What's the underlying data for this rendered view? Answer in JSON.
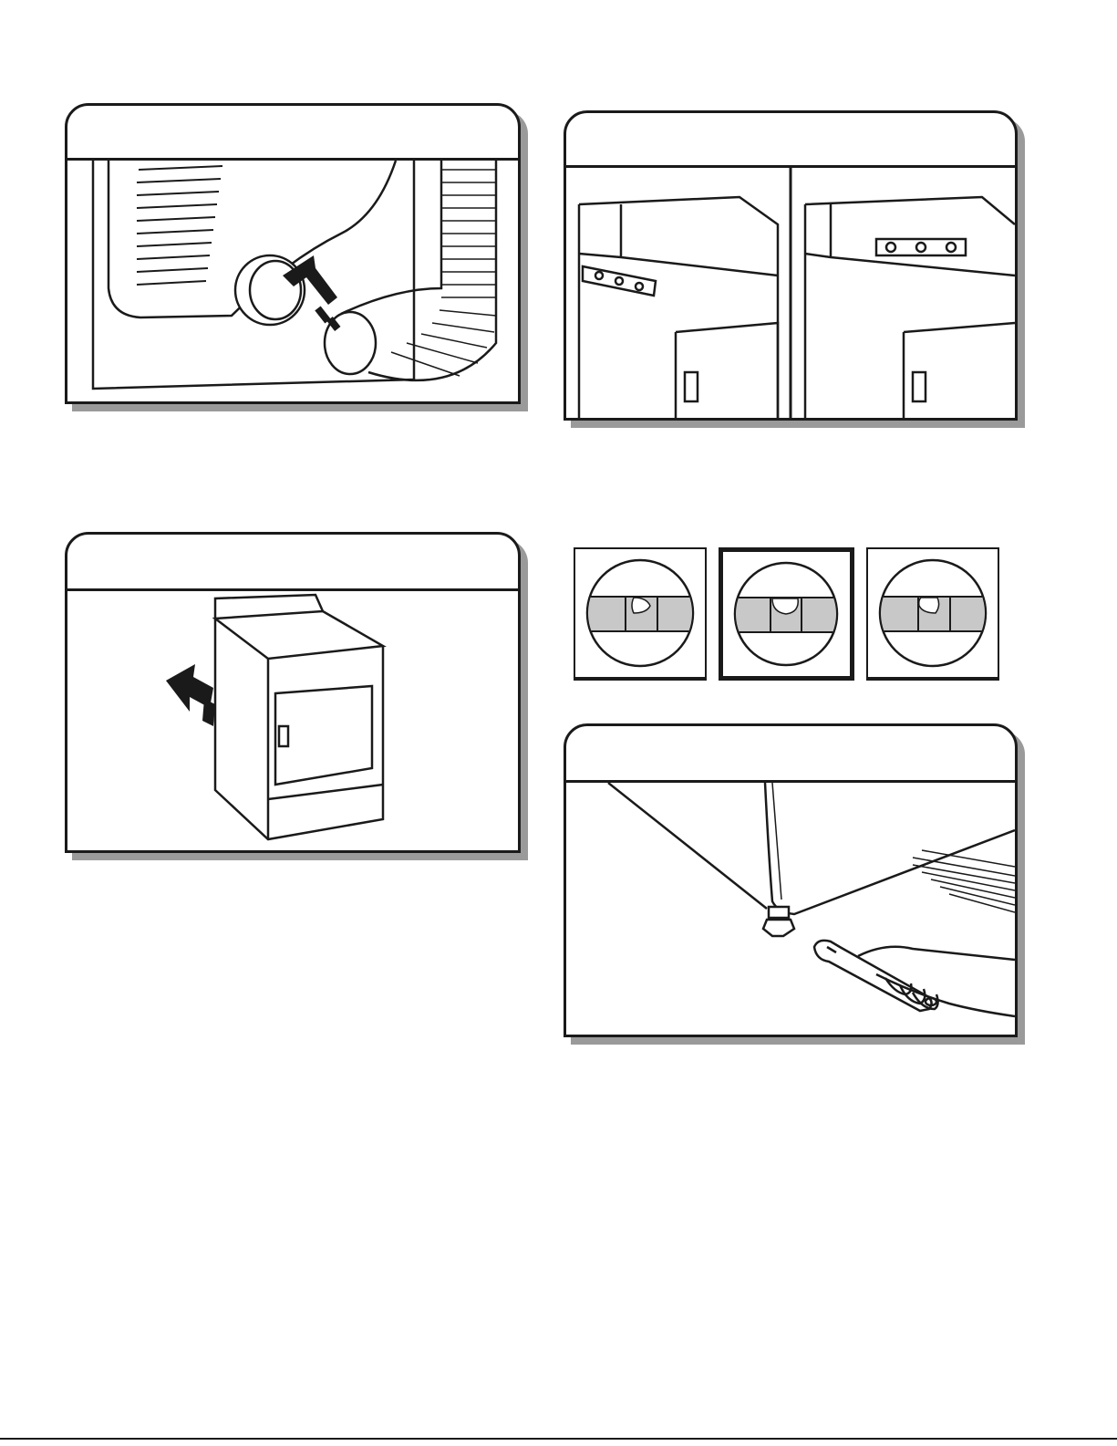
{
  "figures": {
    "vent_connection": {
      "icon": "vent-hose-connect-illustration",
      "caption": ""
    },
    "leveling_check": {
      "icon": "dryer-level-check-illustration",
      "caption": ""
    },
    "move_dryer": {
      "icon": "dryer-slide-into-position-illustration",
      "caption": ""
    },
    "bubble_levels": {
      "icons": [
        "bubble-off-left-icon",
        "bubble-level-icon",
        "bubble-off-right-icon"
      ],
      "selected": 1
    },
    "adjust_feet": {
      "icon": "wrench-adjust-leveling-leg-illustration",
      "caption": ""
    }
  },
  "colors": {
    "line": "#1a1a1a",
    "shadow": "#9a9a9a",
    "bubble_band": "#c8c8c8"
  }
}
